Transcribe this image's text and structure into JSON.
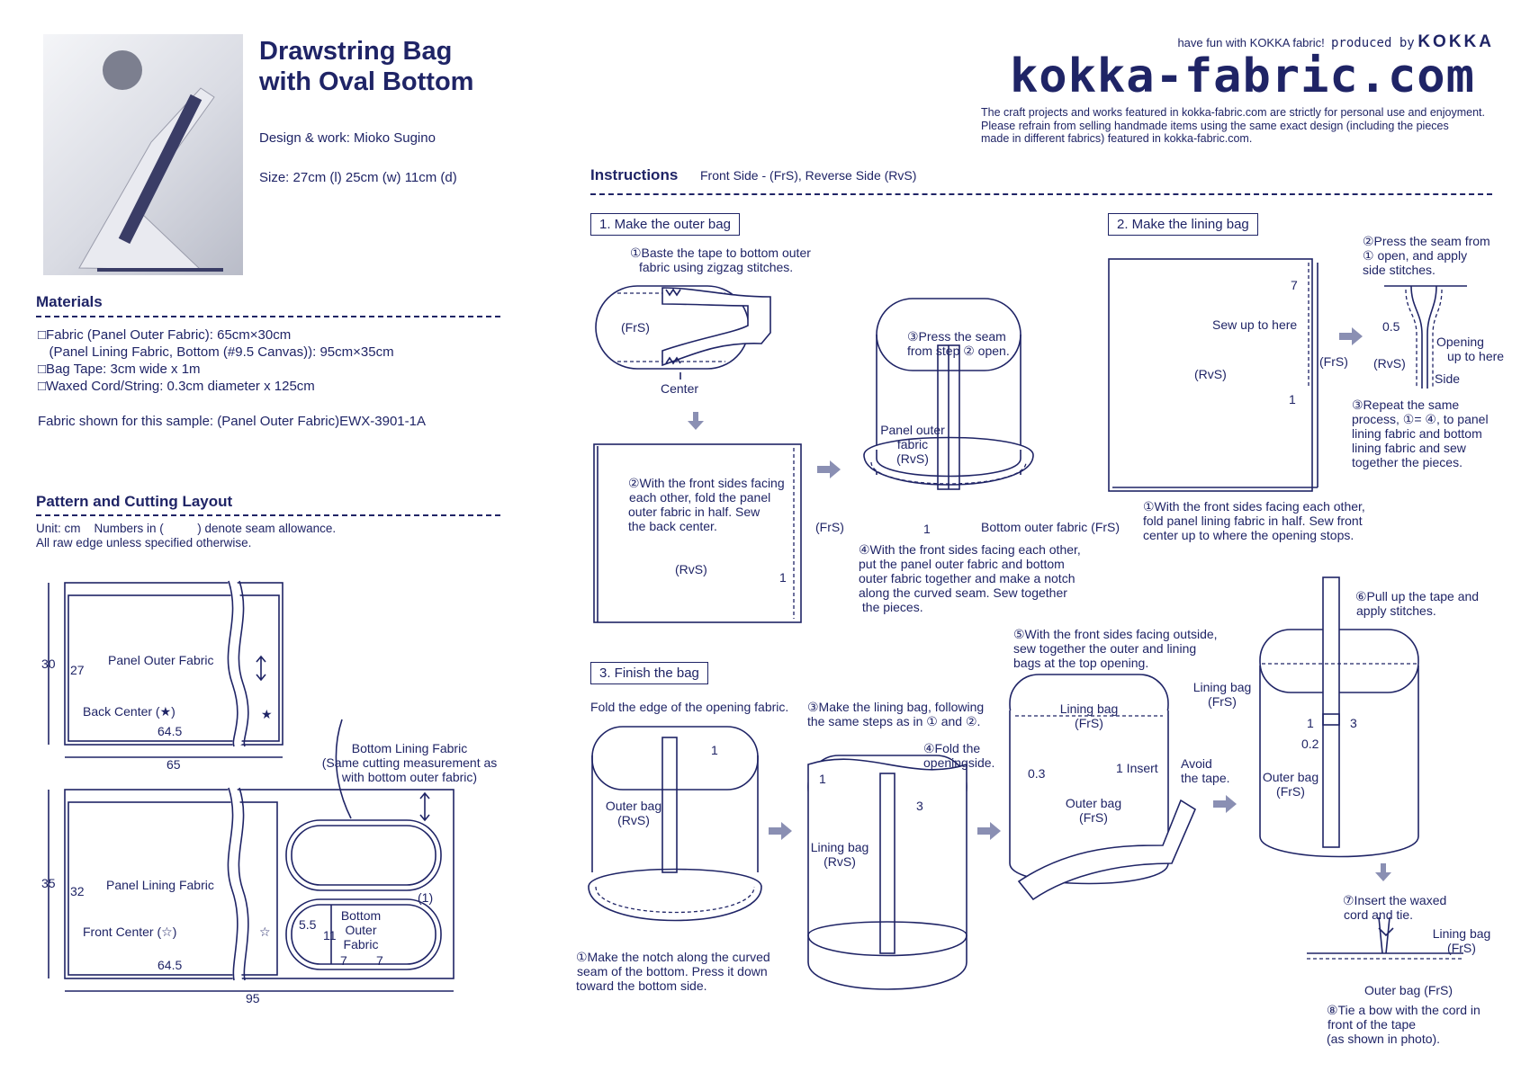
{
  "header": {
    "title_line1": "Drawstring Bag",
    "title_line2": "with Oval Bottom",
    "design": "Design & work: Mioko Sugino",
    "size": "Size: 27cm (l)  25cm (w)  11cm (d)",
    "tagline": "have fun with KOKKA fabric!",
    "produced_by": "produced by",
    "brand": "KOKKA",
    "site": "kokka-fabric.com",
    "notice": [
      "The craft projects and works featured in kokka-fabric.com are strictly for personal use and enjoyment.",
      "Please refrain from selling handmade items using the same exact design (including the pieces",
      "made in different fabrics) featured in kokka-fabric.com."
    ]
  },
  "materials": {
    "heading": "Materials",
    "items": [
      "□Fabric (Panel Outer Fabric): 65cm×30cm",
      "   (Panel Lining Fabric, Bottom (#9.5 Canvas)): 95cm×35cm",
      "□Bag Tape: 3cm wide x 1m",
      "□Waxed Cord/String: 0.3cm diameter x 125cm"
    ],
    "sample": "Fabric shown for this sample: (Panel Outer Fabric)EWX-3901-1A"
  },
  "pattern": {
    "heading": "Pattern and Cutting Layout",
    "unit": "Unit: cm    Numbers in (          ) denote seam allowance.",
    "raw": "All raw edge unless specified otherwise.",
    "outer_label": "Panel Outer Fabric",
    "outer_h": "30",
    "outer_inner_h": "27",
    "outer_back": "Back Center (★)",
    "outer_inner_w": "64.5",
    "outer_w": "65",
    "star": "★",
    "bottom_lining_label": [
      "Bottom Lining Fabric",
      "(Same cutting measurement as",
      "with bottom outer fabric)"
    ],
    "lining_label": "Panel Lining Fabric",
    "lining_h": "35",
    "lining_inner_h": "32",
    "lining_front": "Front Center (☆)",
    "lining_inner_w": "64.5",
    "lining_w": "95",
    "star_open": "☆",
    "bottom_outer_label": [
      "Bottom",
      "Outer",
      "Fabric"
    ],
    "dim_55": "5.5",
    "dim_11": "11",
    "dim_7a": "7",
    "dim_7b": "7",
    "seam_1": "(1)"
  },
  "instructions": {
    "heading": "Instructions",
    "legend": "Front Side - (FrS), Reverse Side (RvS)",
    "step1": {
      "box": "1. Make the outer bag",
      "s1": [
        "①Baste the tape to bottom outer",
        "fabric using zigzag stitches."
      ],
      "frs": "(FrS)",
      "center": "Center",
      "s2": [
        "②With the front sides facing",
        "each other, fold the panel",
        "outer fabric in half. Sew",
        "the back center."
      ],
      "rvs": "(RvS)",
      "frs2": "(FrS)",
      "one": "1",
      "s3": [
        "③Press the seam",
        "from step ② open."
      ],
      "panel": [
        "Panel outer",
        "fabric",
        "(RvS)"
      ],
      "bottom": "Bottom outer fabric (FrS)",
      "one2": "1",
      "s4": [
        "④With the front sides facing each other,",
        "put the panel outer fabric and bottom",
        "outer fabric together and make a notch",
        "along the curved seam. Sew together",
        " the pieces."
      ]
    },
    "step2": {
      "box": "2. Make the lining bag",
      "seven": "7",
      "sew": "Sew up to here",
      "rvs": "(RvS)",
      "frs": "(FrS)",
      "one": "1",
      "s1": [
        "①With the front sides facing each other,",
        "fold panel lining fabric in half. Sew front",
        "center up to where the opening stops."
      ],
      "s2": [
        "②Press the seam from",
        "① open, and apply",
        "side stitches."
      ],
      "half": "0.5",
      "opening": [
        "Opening",
        "up to here"
      ],
      "rvs2": "(RvS)",
      "side": "Side",
      "s3": [
        "③Repeat the same",
        "process, ①= ④, to panel",
        "lining fabric and bottom",
        "lining fabric and sew",
        "together the pieces."
      ]
    },
    "step3": {
      "box": "3. Finish the bag",
      "fold": "Fold the edge of the opening fabric.",
      "one": "1",
      "outer": [
        "Outer bag",
        "(RvS)"
      ],
      "s1": [
        "①Make the notch along the curved",
        "seam of the bottom. Press it down",
        "toward the bottom side."
      ],
      "s3": [
        "③Make the lining bag, following",
        "the same steps as in ① and ②."
      ],
      "s4": [
        "④Fold the",
        "openingside."
      ],
      "one2": "1",
      "three": "3",
      "lining": [
        "Lining bag",
        "(RvS)"
      ],
      "s5": [
        "⑤With the front sides facing outside,",
        "sew together the outer and lining",
        "bags at the top opening."
      ],
      "lining_frs": [
        "Lining bag",
        "(FrS)"
      ],
      "dim03": "0.3",
      "insert": "1 Insert",
      "outer_frs": [
        "Outer bag",
        "(FrS)"
      ],
      "avoid": [
        "Avoid",
        "the tape."
      ],
      "s6": [
        "⑥Pull up the tape and",
        "apply stitches."
      ],
      "lining_frs2": [
        "Lining bag",
        "(FrS)"
      ],
      "one3": "1",
      "three2": "3",
      "dim02": "0.2",
      "outer_frs2": [
        "Outer bag",
        "(FrS)"
      ],
      "s7": [
        "⑦Insert the waxed",
        "cord and tie."
      ],
      "lining_frs3": [
        "Lining bag",
        "(FrS)"
      ],
      "outer_frs3": "Outer bag (FrS)",
      "s8": [
        "⑧Tie a bow with the cord in",
        "front of the tape",
        "(as shown in photo)."
      ]
    }
  },
  "colors": {
    "ink": "#1f2466",
    "arrow": "#8a8fb3"
  }
}
